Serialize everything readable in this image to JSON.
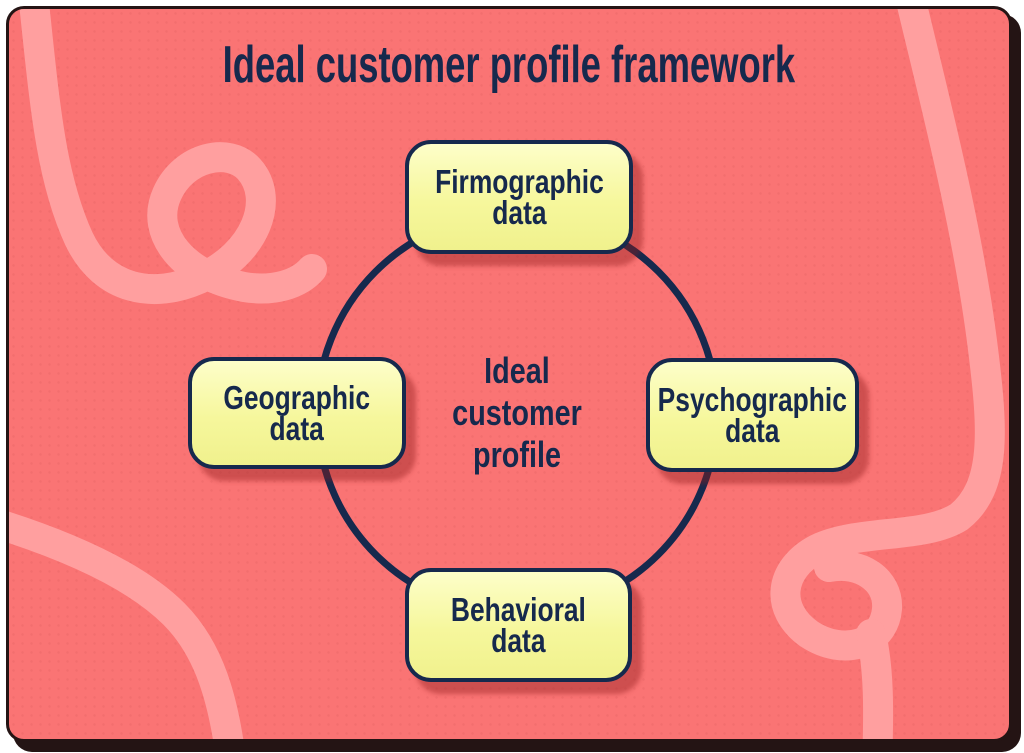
{
  "title": "Ideal customer profile framework",
  "center": {
    "label": "Ideal customer profile",
    "lines": [
      "Ideal",
      "customer",
      "profile"
    ]
  },
  "nodes": [
    {
      "id": "firmographic",
      "position": "top",
      "label": "Firmographic data",
      "line1": "Firmographic",
      "line2": "data"
    },
    {
      "id": "psychographic",
      "position": "right",
      "label": "Psychographic data",
      "line1": "Psychographic",
      "line2": "data"
    },
    {
      "id": "behavioral",
      "position": "bottom",
      "label": "Behavioral data",
      "line1": "Behavioral",
      "line2": "data"
    },
    {
      "id": "geographic",
      "position": "left",
      "label": "Geographic data",
      "line1": "Geographic",
      "line2": "data"
    }
  ],
  "colors": {
    "bg-coral": "#fa7474",
    "squiggle-pink": "#ff9f9f",
    "node-yellow": "#f6f79c",
    "node-yellow-light": "#fdfec9",
    "node-yellow-deep": "#f0f18d",
    "navy": "#16294d",
    "frame-dark": "#241414",
    "node-shadow": "rgba(146,28,28,0.42)"
  }
}
